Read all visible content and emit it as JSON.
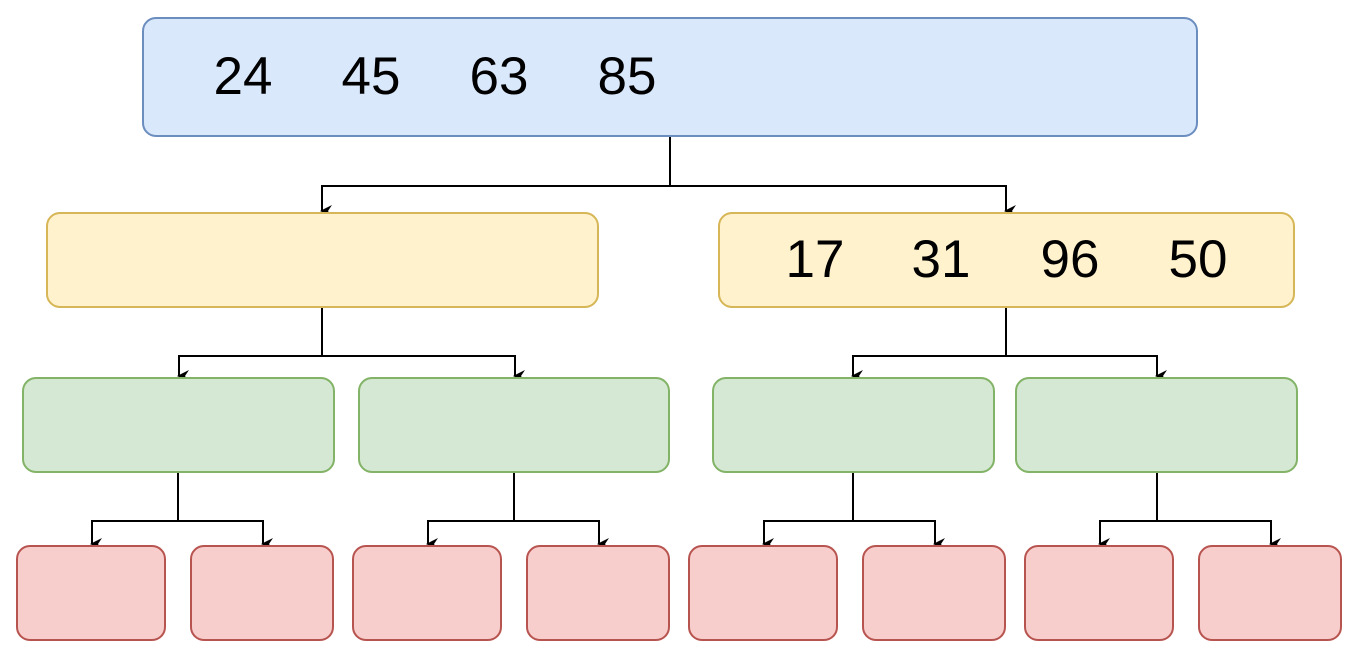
{
  "root": {
    "values": [
      "24",
      "45",
      "63",
      "85"
    ]
  },
  "level1": [
    {
      "values": []
    },
    {
      "values": [
        "17",
        "31",
        "96",
        "50"
      ]
    }
  ],
  "level2": [
    {},
    {},
    {},
    {}
  ],
  "level3": [
    {},
    {},
    {},
    {},
    {},
    {},
    {},
    {}
  ],
  "colors": {
    "root_fill": "#dae8fc",
    "root_stroke": "#6c8ebf",
    "level1_fill": "#fff2cc",
    "level1_stroke": "#d6b656",
    "level2_fill": "#d5e8d4",
    "level2_stroke": "#82b366",
    "level3_fill": "#f8cecc",
    "level3_stroke": "#b85450",
    "edge": "#000000"
  }
}
